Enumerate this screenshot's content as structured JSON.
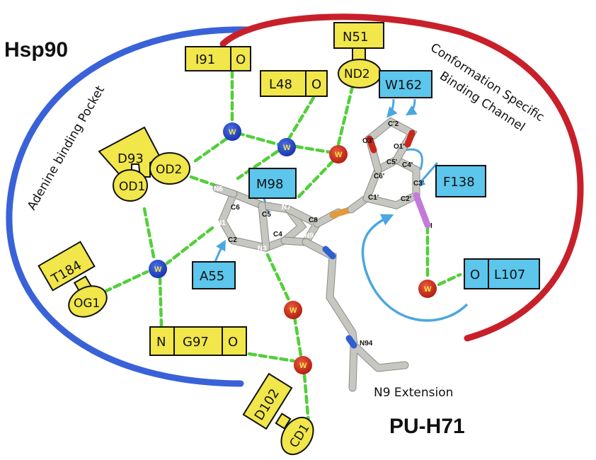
{
  "titles": {
    "protein": "Hsp90",
    "ligand": "PU-H71",
    "adenine_pocket": "Adenine binding Pocket",
    "channel_line1": "Conformation Specific",
    "channel_line2": "Binding Channel",
    "extension": "N9 Extension"
  },
  "residues": {
    "i91": {
      "name": "I91",
      "atom": "O"
    },
    "l48": {
      "name": "L48",
      "atom": "O"
    },
    "n51": {
      "name": "N51",
      "atom": "ND2"
    },
    "d93": {
      "name": "D93",
      "atom1": "OD1",
      "atom2": "OD2"
    },
    "t184": {
      "name": "T184",
      "atom": "OG1"
    },
    "g97": {
      "name": "G97",
      "atom1": "N",
      "atom2": "O"
    },
    "d102": {
      "name": "D102",
      "atom": "CD1"
    },
    "w162": {
      "name": "W162"
    },
    "m98": {
      "name": "M98"
    },
    "f138": {
      "name": "F138"
    },
    "a55": {
      "name": "A55"
    },
    "l107": {
      "name": "L107",
      "atom": "O"
    }
  },
  "water_label": "W",
  "ligand_atoms": {
    "n6": "N6",
    "c6": "C6",
    "c5": "C5",
    "n7": "N7",
    "c8": "C8",
    "n1": "N1",
    "c4": "C4",
    "n9": "N9",
    "c2": "C2",
    "n3": "N3",
    "n94": "N94",
    "c2p": "C'2",
    "o3p": "O3'",
    "o1p": "O1'",
    "c5p": "C5'",
    "c4p": "C4'",
    "c6p": "C6'",
    "c3p": "C3'",
    "c1p": "C1'",
    "c2pp": "C2'",
    "i": "I"
  },
  "colors": {
    "hsp90_arc": "#3a62d8",
    "channel_arc": "#c8202a",
    "residue_yellow": "#f1e64a",
    "residue_blue": "#5cc6ec",
    "hbond": "#52cf3a",
    "water_blue": "#2142c6",
    "water_red": "#c8281c"
  }
}
